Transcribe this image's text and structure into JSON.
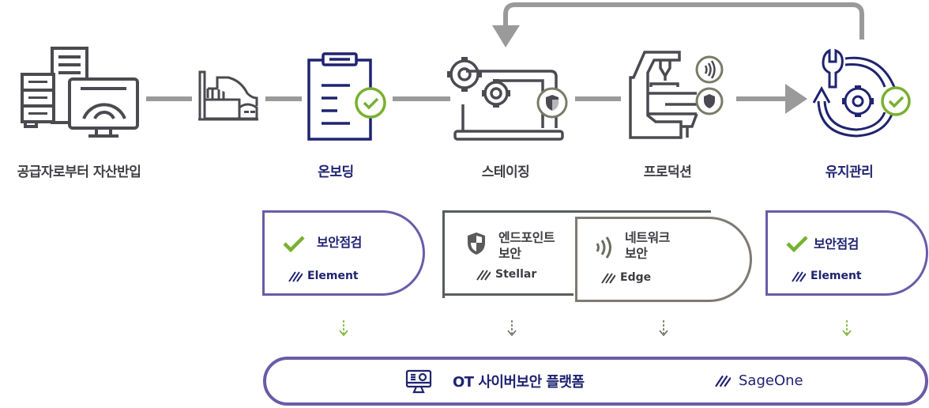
{
  "colors": {
    "navy": "#1f2370",
    "purple_border": "#6a5ba8",
    "green_check": "#78b030",
    "dark_gray_icon": "#4a4a50",
    "olive_gray": "#7a7a68",
    "connector_gray": "#9a9a9a"
  },
  "stages": [
    {
      "label": "공급자로부터 자산반입",
      "icon": "server-monitor-gear-icon"
    },
    {
      "label": "",
      "icon": "factory-icon"
    },
    {
      "label": "온보딩",
      "icon": "clipboard-check-icon"
    },
    {
      "label": "스테이징",
      "icon": "laptop-gears-shield-icon"
    },
    {
      "label": "프로덕션",
      "icon": "machine-network-shield-icon"
    },
    {
      "label": "유지관리",
      "icon": "maintenance-cycle-check-icon"
    }
  ],
  "cards": {
    "onboarding": {
      "title": "보안점검",
      "product": "Element",
      "icon": "checkmark-icon"
    },
    "endpoint": {
      "title_line1": "엔드포인트",
      "title_line2": "보안",
      "product": "Stellar",
      "icon": "shield-icon"
    },
    "network": {
      "title_line1": "네트워크",
      "title_line2": "보안",
      "product": "Edge",
      "icon": "wireless-signal-icon"
    },
    "maintenance": {
      "title": "보안점검",
      "product": "Element",
      "icon": "checkmark-icon"
    }
  },
  "platform": {
    "title": "OT 사이버보안 플랫폼",
    "product": "SageOne",
    "icon": "monitor-dashboard-icon"
  }
}
